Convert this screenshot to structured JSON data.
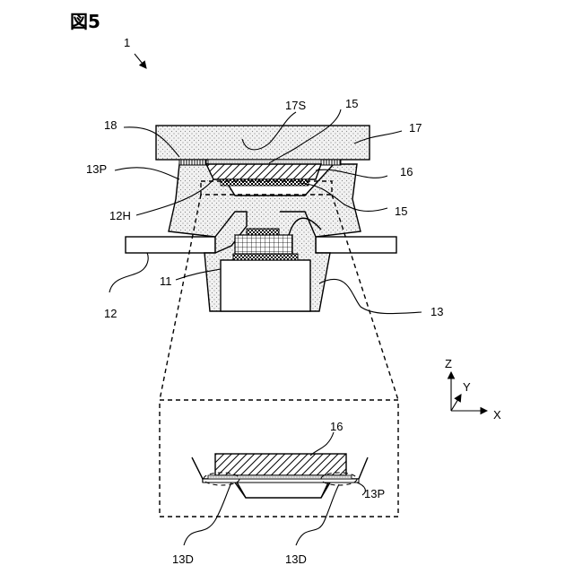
{
  "figure": {
    "title": "図5",
    "labels": {
      "l1": "1",
      "l17S": "17S",
      "l15a": "15",
      "l18": "18",
      "l17": "17",
      "l13P": "13P",
      "l16": "16",
      "l12H": "12H",
      "l15b": "15",
      "l11": "11",
      "l12": "12",
      "l13": "13",
      "l16z": "16",
      "l13Pz": "13P",
      "l13Da": "13D",
      "l13Db": "13D"
    },
    "axes": {
      "z": "Z",
      "y": "Y",
      "x": "X"
    }
  }
}
